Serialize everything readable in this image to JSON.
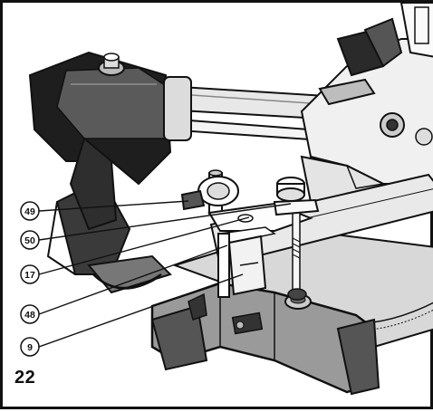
{
  "figure": {
    "number": "22"
  },
  "callouts": [
    {
      "id": "c49",
      "label": "49"
    },
    {
      "id": "c50",
      "label": "50"
    },
    {
      "id": "c17",
      "label": "17"
    },
    {
      "id": "c48",
      "label": "48"
    },
    {
      "id": "c9",
      "label": "9"
    }
  ],
  "colors": {
    "ink": "#111111",
    "background": "#ffffff",
    "body_grey": "#8a8a8a",
    "dark_grey": "#4a4a4a"
  }
}
